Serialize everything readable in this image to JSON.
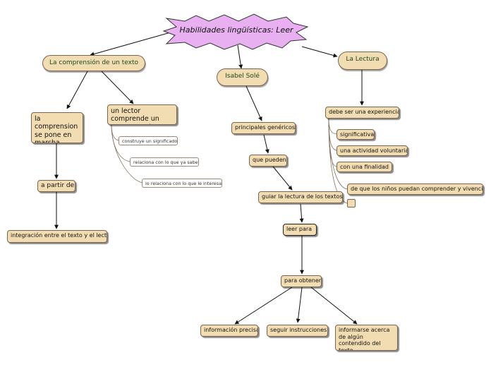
{
  "title": "Habilidades lingüísticas: Leer",
  "branches": {
    "comprension": "La comprensión de un texto",
    "isabel": "Isabel Solé",
    "lectura": "La Lectura"
  },
  "left": {
    "comprension_se_pone": "la comprension se pone en marcha",
    "a_partir_de": "a partir de",
    "integracion": "integración entre el texto y el lector",
    "lector_comprende": "un lector comprende un texto cuando",
    "sub": [
      "construye un significado",
      "relaciona con lo que ya sabe",
      "lo relaciona con lo que le interesa"
    ]
  },
  "center": {
    "principales": "principales genéricos",
    "que_pueden": "que pueden",
    "guiar": "guiar la lectura de los textos",
    "leer_para": "leer para",
    "para_obtener": "para obtener",
    "outcomes": [
      "información precisa",
      "seguir instrucciones",
      "informarse acerca de algún contendido del texto"
    ]
  },
  "right": {
    "experiencia": "debe ser una experiencia",
    "items": [
      "significativa",
      "una actividad voluntaria",
      "con una finalidad",
      "de que los niños puedan comprender y vivenciar"
    ]
  },
  "colors": {
    "node_fill": "#f2dcb1",
    "node_border": "#7a6650",
    "title_fill": "#e8b0f0",
    "branch_text": "#1d4a1d"
  }
}
